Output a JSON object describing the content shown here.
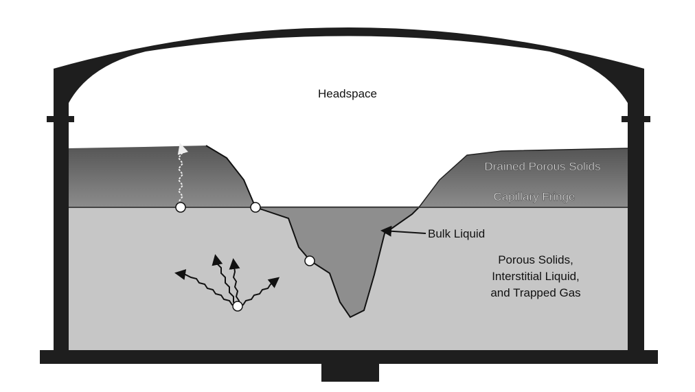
{
  "labels": {
    "headspace": "Headspace",
    "drained": "Drained Porous Solids",
    "fringe": "Capillary Fringe",
    "bulk": "Bulk Liquid",
    "porous_1": "Porous Solids,",
    "porous_2": "Interstitial Liquid,",
    "porous_3": "and Trapped Gas"
  },
  "colors": {
    "structure": "#1e1e1e",
    "drained_top": "#5a5a5a",
    "drained_bottom": "#8a8a8a",
    "porous": "#c4c4c4",
    "bulk_liquid": "#8e8e8e"
  }
}
